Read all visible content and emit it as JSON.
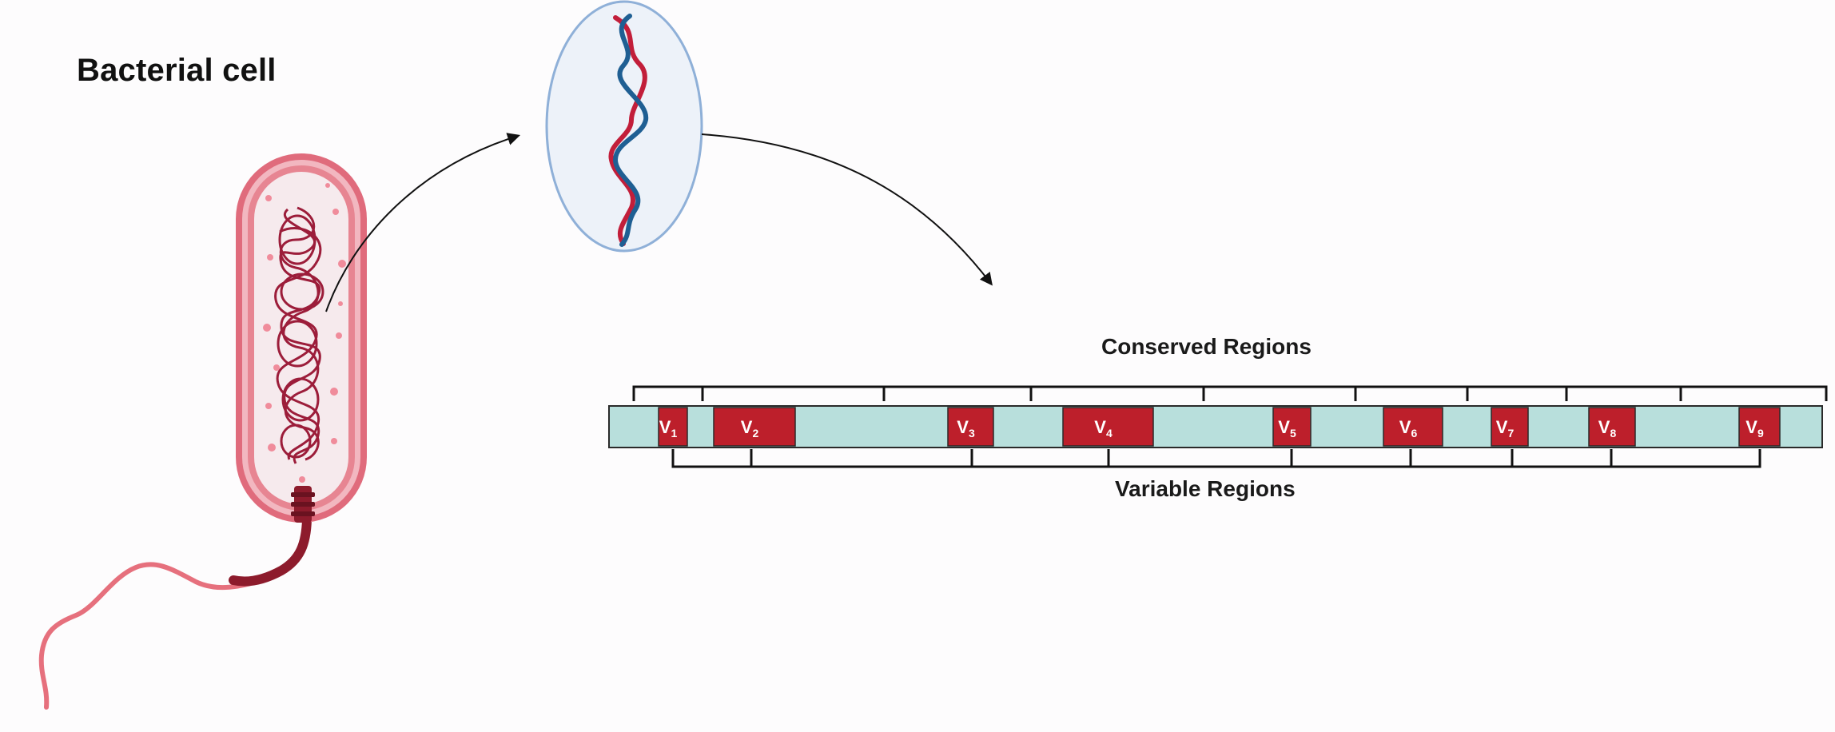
{
  "title": "Bacterial cell",
  "conserved_label": "Conserved Regions",
  "variable_label": "Variable Regions",
  "colors": {
    "conserved": "#b8dfdc",
    "variable": "#bd1f2b",
    "cell_membrane": "#e06b7c",
    "cell_inner": "#f6eaed",
    "chromosome": "#9c1d3a",
    "dna_red": "#c21e3a",
    "dna_blue": "#1f5f93",
    "bubble_fill": "#edf2f9",
    "bubble_stroke": "#8fb0d8",
    "flagellum": "#e6707d"
  },
  "variable_regions": [
    {
      "main": "V",
      "sub": "1"
    },
    {
      "main": "V",
      "sub": "2"
    },
    {
      "main": "V",
      "sub": "3"
    },
    {
      "main": "V",
      "sub": "4"
    },
    {
      "main": "V",
      "sub": "5"
    },
    {
      "main": "V",
      "sub": "6"
    },
    {
      "main": "V",
      "sub": "7"
    },
    {
      "main": "V",
      "sub": "8"
    },
    {
      "main": "V",
      "sub": "9"
    }
  ]
}
